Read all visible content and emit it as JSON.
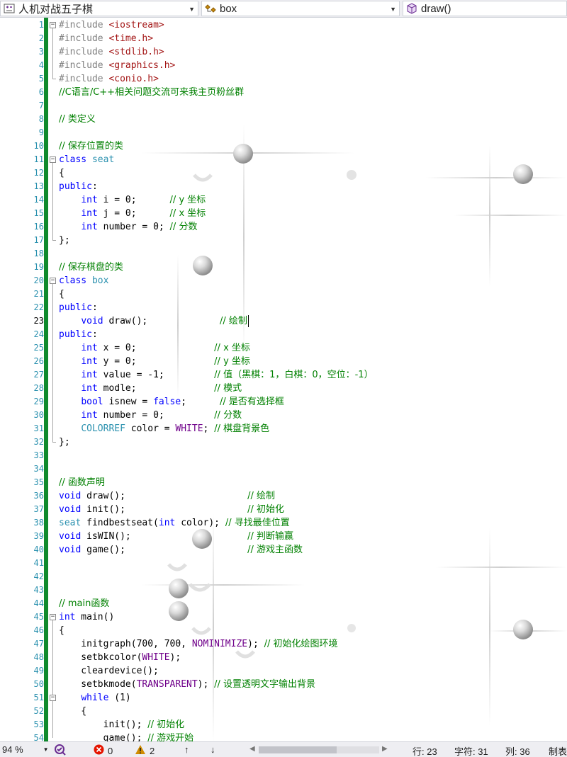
{
  "navbar": {
    "project": "人机对战五子棋",
    "scope": "box",
    "member": "draw()",
    "project_icon": "project-icon",
    "scope_icon": "class-icon",
    "member_icon": "method-icon"
  },
  "gutter": {
    "current_line": 23
  },
  "code_lines": [
    {
      "n": "1",
      "t": [
        [
          "pre",
          "#include "
        ],
        [
          "str",
          "<iostream>"
        ]
      ]
    },
    {
      "n": "2",
      "t": [
        [
          "pre",
          "#include "
        ],
        [
          "str",
          "<time.h>"
        ]
      ]
    },
    {
      "n": "3",
      "t": [
        [
          "pre",
          "#include "
        ],
        [
          "str",
          "<stdlib.h>"
        ]
      ]
    },
    {
      "n": "4",
      "t": [
        [
          "pre",
          "#include "
        ],
        [
          "str",
          "<graphics.h>"
        ]
      ]
    },
    {
      "n": "5",
      "t": [
        [
          "pre",
          "#include "
        ],
        [
          "str",
          "<conio.h>"
        ]
      ]
    },
    {
      "n": "6",
      "t": [
        [
          "cm",
          "//C语言/C++相关问题交流可来我主页粉丝群"
        ]
      ]
    },
    {
      "n": "7",
      "t": []
    },
    {
      "n": "8",
      "t": [
        [
          "cm",
          "// 类定义"
        ]
      ]
    },
    {
      "n": "9",
      "t": []
    },
    {
      "n": "10",
      "t": [
        [
          "cm",
          "// 保存位置的类"
        ]
      ]
    },
    {
      "n": "11",
      "t": [
        [
          "kw",
          "class "
        ],
        [
          "ty",
          "seat"
        ]
      ]
    },
    {
      "n": "12",
      "t": [
        [
          "fn",
          "{"
        ]
      ]
    },
    {
      "n": "13",
      "t": [
        [
          "kw",
          "public"
        ],
        [
          "fn",
          ":"
        ]
      ]
    },
    {
      "n": "14",
      "t": [
        [
          "fn",
          "    "
        ],
        [
          "kw",
          "int"
        ],
        [
          "fn",
          " i = 0;      "
        ],
        [
          "cm",
          "// y 坐标"
        ]
      ]
    },
    {
      "n": "15",
      "t": [
        [
          "fn",
          "    "
        ],
        [
          "kw",
          "int"
        ],
        [
          "fn",
          " j = 0;      "
        ],
        [
          "cm",
          "// x 坐标"
        ]
      ]
    },
    {
      "n": "16",
      "t": [
        [
          "fn",
          "    "
        ],
        [
          "kw",
          "int"
        ],
        [
          "fn",
          " number = 0; "
        ],
        [
          "cm",
          "// 分数"
        ]
      ]
    },
    {
      "n": "17",
      "t": [
        [
          "fn",
          "};"
        ]
      ]
    },
    {
      "n": "18",
      "t": []
    },
    {
      "n": "19",
      "t": [
        [
          "cm",
          "// 保存棋盘的类"
        ]
      ]
    },
    {
      "n": "20",
      "t": [
        [
          "kw",
          "class "
        ],
        [
          "ty",
          "box"
        ]
      ]
    },
    {
      "n": "21",
      "t": [
        [
          "fn",
          "{"
        ]
      ]
    },
    {
      "n": "22",
      "t": [
        [
          "kw",
          "public"
        ],
        [
          "fn",
          ":"
        ]
      ]
    },
    {
      "n": "23",
      "t": [
        [
          "fn",
          "    "
        ],
        [
          "kw",
          "void"
        ],
        [
          "fn",
          " draw();             "
        ],
        [
          "cm",
          "// 绘制"
        ]
      ]
    },
    {
      "n": "24",
      "t": [
        [
          "kw",
          "public"
        ],
        [
          "fn",
          ":"
        ]
      ]
    },
    {
      "n": "25",
      "t": [
        [
          "fn",
          "    "
        ],
        [
          "kw",
          "int"
        ],
        [
          "fn",
          " x = 0;              "
        ],
        [
          "cm",
          "// x 坐标"
        ]
      ]
    },
    {
      "n": "26",
      "t": [
        [
          "fn",
          "    "
        ],
        [
          "kw",
          "int"
        ],
        [
          "fn",
          " y = 0;              "
        ],
        [
          "cm",
          "// y 坐标"
        ]
      ]
    },
    {
      "n": "27",
      "t": [
        [
          "fn",
          "    "
        ],
        [
          "kw",
          "int"
        ],
        [
          "fn",
          " value = -1;         "
        ],
        [
          "cm",
          "// 值（黑棋：1，白棋：0，空位：-1）"
        ]
      ]
    },
    {
      "n": "28",
      "t": [
        [
          "fn",
          "    "
        ],
        [
          "kw",
          "int"
        ],
        [
          "fn",
          " modle;              "
        ],
        [
          "cm",
          "// 模式"
        ]
      ]
    },
    {
      "n": "29",
      "t": [
        [
          "fn",
          "    "
        ],
        [
          "kw",
          "bool"
        ],
        [
          "fn",
          " isnew = "
        ],
        [
          "kw",
          "false"
        ],
        [
          "fn",
          ";      "
        ],
        [
          "cm",
          "// 是否有选择框"
        ]
      ]
    },
    {
      "n": "30",
      "t": [
        [
          "fn",
          "    "
        ],
        [
          "kw",
          "int"
        ],
        [
          "fn",
          " number = 0;         "
        ],
        [
          "cm",
          "// 分数"
        ]
      ]
    },
    {
      "n": "31",
      "t": [
        [
          "fn",
          "    "
        ],
        [
          "ty",
          "COLORREF"
        ],
        [
          "fn",
          " color = "
        ],
        [
          "mac",
          "WHITE"
        ],
        [
          "fn",
          "; "
        ],
        [
          "cm",
          "// 棋盘背景色"
        ]
      ]
    },
    {
      "n": "32",
      "t": [
        [
          "fn",
          "};"
        ]
      ]
    },
    {
      "n": "33",
      "t": []
    },
    {
      "n": "34",
      "t": []
    },
    {
      "n": "35",
      "t": [
        [
          "cm",
          "// 函数声明"
        ]
      ]
    },
    {
      "n": "36",
      "t": [
        [
          "kw",
          "void"
        ],
        [
          "fn",
          " draw();                      "
        ],
        [
          "cm",
          "// 绘制"
        ]
      ]
    },
    {
      "n": "37",
      "t": [
        [
          "kw",
          "void"
        ],
        [
          "fn",
          " init();                      "
        ],
        [
          "cm",
          "// 初始化"
        ]
      ]
    },
    {
      "n": "38",
      "t": [
        [
          "ty",
          "seat"
        ],
        [
          "fn",
          " findbestseat("
        ],
        [
          "kw",
          "int"
        ],
        [
          "fn",
          " color); "
        ],
        [
          "cm",
          "// 寻找最佳位置"
        ]
      ]
    },
    {
      "n": "39",
      "t": [
        [
          "kw",
          "void"
        ],
        [
          "fn",
          " isWIN();                     "
        ],
        [
          "cm",
          "// 判断输赢"
        ]
      ]
    },
    {
      "n": "40",
      "t": [
        [
          "kw",
          "void"
        ],
        [
          "fn",
          " game();                      "
        ],
        [
          "cm",
          "// 游戏主函数"
        ]
      ]
    },
    {
      "n": "41",
      "t": []
    },
    {
      "n": "42",
      "t": []
    },
    {
      "n": "43",
      "t": []
    },
    {
      "n": "44",
      "t": [
        [
          "cm",
          "// main函数"
        ]
      ]
    },
    {
      "n": "45",
      "t": [
        [
          "kw",
          "int"
        ],
        [
          "fn",
          " main()"
        ]
      ]
    },
    {
      "n": "46",
      "t": [
        [
          "fn",
          "{"
        ]
      ]
    },
    {
      "n": "47",
      "t": [
        [
          "fn",
          "    initgraph(700, 700, "
        ],
        [
          "mac",
          "NOMINIMIZE"
        ],
        [
          "fn",
          "); "
        ],
        [
          "cm",
          "// 初始化绘图环境"
        ]
      ]
    },
    {
      "n": "48",
      "t": [
        [
          "fn",
          "    setbkcolor("
        ],
        [
          "mac",
          "WHITE"
        ],
        [
          "fn",
          ");"
        ]
      ]
    },
    {
      "n": "49",
      "t": [
        [
          "fn",
          "    cleardevice();"
        ]
      ]
    },
    {
      "n": "50",
      "t": [
        [
          "fn",
          "    setbkmode("
        ],
        [
          "mac",
          "TRANSPARENT"
        ],
        [
          "fn",
          "); "
        ],
        [
          "cm",
          "// 设置透明文字输出背景"
        ]
      ]
    },
    {
      "n": "51",
      "t": [
        [
          "fn",
          "    "
        ],
        [
          "kw",
          "while"
        ],
        [
          "fn",
          " (1)"
        ]
      ]
    },
    {
      "n": "52",
      "t": [
        [
          "fn",
          "    {"
        ]
      ]
    },
    {
      "n": "53",
      "t": [
        [
          "fn",
          "        init(); "
        ],
        [
          "cm",
          "// 初始化"
        ]
      ]
    },
    {
      "n": "54",
      "t": [
        [
          "fn",
          "        game(); "
        ],
        [
          "cm",
          "// 游戏开始"
        ]
      ]
    }
  ],
  "statusbar": {
    "zoom": "94 %",
    "errors": "0",
    "warnings": "2",
    "line": "行: 23",
    "char": "字符: 31",
    "col": "列: 36",
    "mode": "制表",
    "error_color": "#e51400",
    "warning_color": "#d08c00"
  },
  "theme": {
    "line_number": "#2b91af",
    "keyword": "#0000ff",
    "type": "#2b91af",
    "comment": "#008000",
    "string": "#a31515",
    "macro": "#6f008a",
    "preprocessor": "#808080",
    "change_bar": "#0f8a2c"
  }
}
